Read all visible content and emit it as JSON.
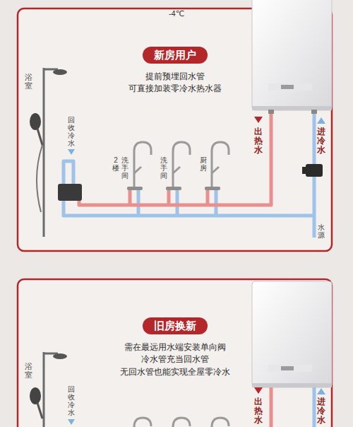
{
  "diagram": {
    "nodes": [
      {
        "text": [
          "提前预埋回水管 可直接加装零冷水热水器"
        ]
      },
      {
        "text": [
          "新房用户"
        ],
        "in": 0
      },
      {
        "text": [
          "需在最远用水端安装单向阀 冷水管充当回水管 无回水管也能实现全屋零冷水"
        ]
      },
      {
        "text": [
          "旧房换新"
        ],
        "in": 2
      }
    ],
    "labels": [
      "-4℃",
      "浴室",
      "回收冷水",
      "2楼",
      "洗手间",
      "洗手间",
      "厨房",
      "出热水",
      "进冷水",
      "水源",
      "浴室",
      "回收冷水",
      "出热水",
      "进冷水"
    ]
  }
}
